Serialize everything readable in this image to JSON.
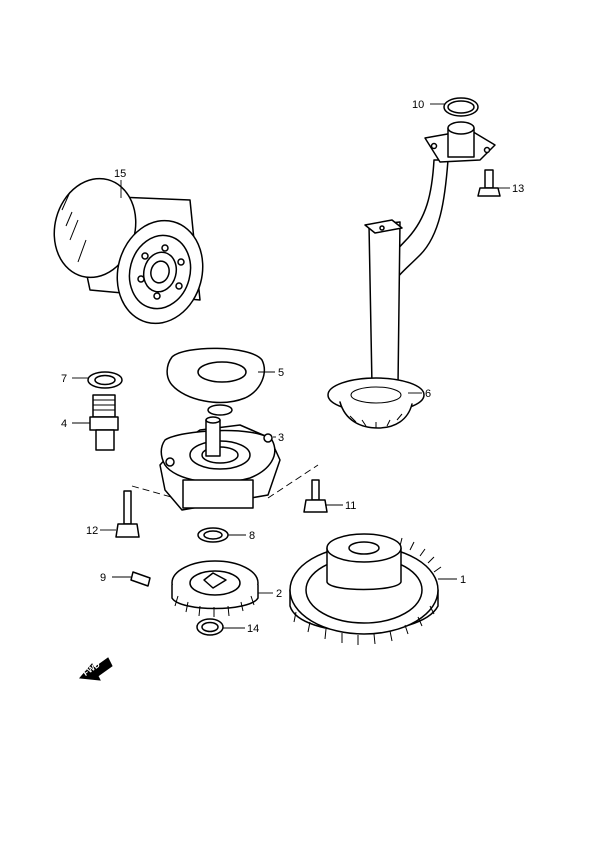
{
  "diagram": {
    "callouts": {
      "c1": "1",
      "c2": "2",
      "c3": "3",
      "c4": "4",
      "c5": "5",
      "c6": "6",
      "c7": "7",
      "c8": "8",
      "c9": "9",
      "c10": "10",
      "c11": "11",
      "c12": "12",
      "c13": "13",
      "c14": "14",
      "c15": "15"
    },
    "direction_badge": "FWD"
  }
}
